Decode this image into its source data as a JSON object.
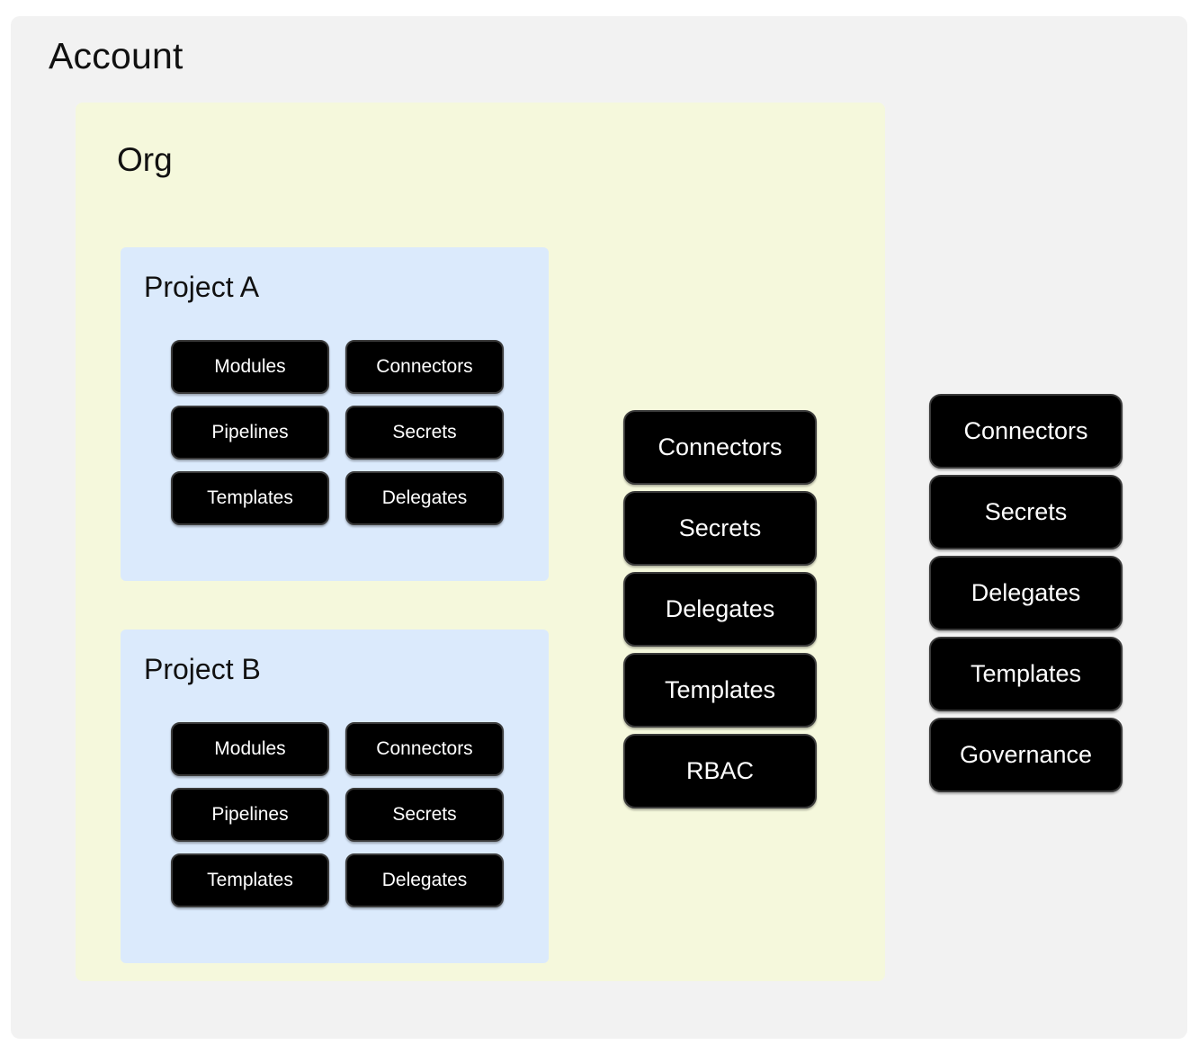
{
  "diagram": {
    "title": "Account",
    "background_color": "#f2f2f2",
    "chip_color": "#000000",
    "chip_text_color": "#ffffff"
  },
  "account": {
    "label": "Account",
    "org": {
      "label": "Org",
      "background_color": "#f5f8dc",
      "projects": [
        {
          "label": "Project A",
          "background_color": "#dbeafc",
          "resources": [
            "Modules",
            "Connectors",
            "Pipelines",
            "Secrets",
            "Templates",
            "Delegates"
          ]
        },
        {
          "label": "Project B",
          "background_color": "#dbeafc",
          "resources": [
            "Modules",
            "Connectors",
            "Pipelines",
            "Secrets",
            "Templates",
            "Delegates"
          ]
        }
      ],
      "resources": [
        "Connectors",
        "Secrets",
        "Delegates",
        "Templates",
        "RBAC"
      ]
    },
    "resources": [
      "Connectors",
      "Secrets",
      "Delegates",
      "Templates",
      "Governance"
    ]
  }
}
